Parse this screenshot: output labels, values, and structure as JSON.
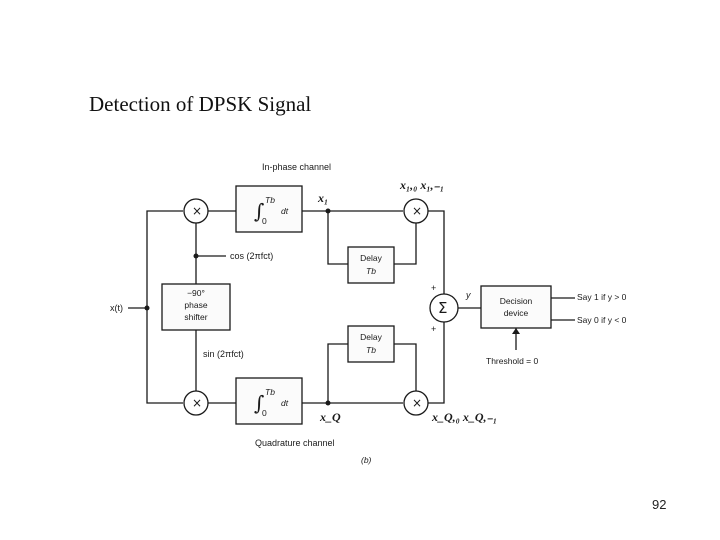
{
  "slide": {
    "title": "Detection of DPSK Signal",
    "page_number": "92"
  },
  "diagram": {
    "channel_labels": {
      "in_phase": "In-phase channel",
      "quadrature": "Quadrature channel"
    },
    "input_label": "x(t)",
    "phase_shifter": {
      "line1": "−90°",
      "line2": "phase",
      "line3": "shifter"
    },
    "carriers": {
      "cos": "cos (2πfct)",
      "sin": "sin (2πfct)"
    },
    "integrator": {
      "symbol": "∫",
      "upper_limit": "Tb",
      "lower_limit": "0",
      "dt": "dt"
    },
    "delay_block": {
      "label": "Delay",
      "value": "Tb"
    },
    "multiplier_symbol": "×",
    "summer_symbol": "Σ",
    "sum_signs": {
      "upper": "+",
      "lower": "+"
    },
    "sum_output_label": "y",
    "decision_device": {
      "line1": "Decision",
      "line2": "device"
    },
    "outputs": {
      "say1": "Say 1 if y > 0",
      "say0": "Say 0 if y < 0"
    },
    "threshold": "Threshold = 0",
    "figure_label": "(b)",
    "handwritten": {
      "x_i": "x₁",
      "x_q": "x_Q",
      "prod_i": "x₁,₀ x₁,₋₁",
      "prod_q": "x_Q,₀ x_Q,₋₁"
    }
  }
}
